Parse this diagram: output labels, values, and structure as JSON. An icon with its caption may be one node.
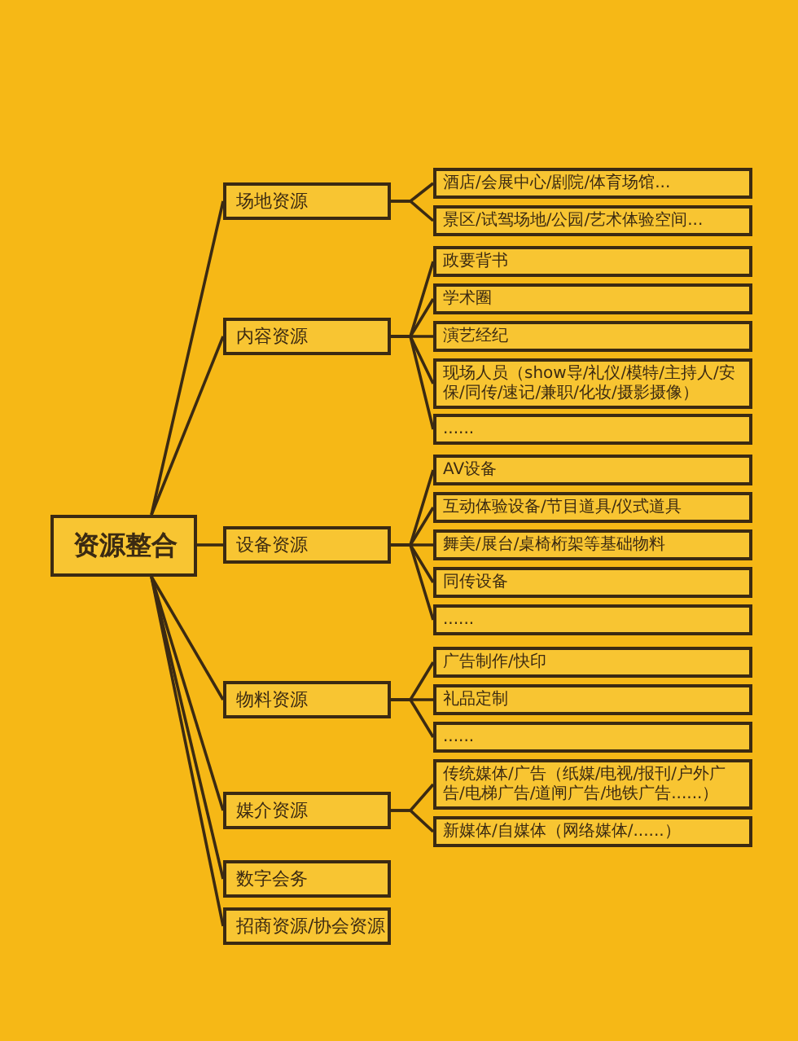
{
  "diagram": {
    "nodes": [
      {
        "text": [
          "资源整合"
        ]
      },
      {
        "text": [
          "场地资源"
        ]
      },
      {
        "text": [
          "酒店/会展中心/剧院/体育场馆..."
        ]
      },
      {
        "text": [
          "景区/试驾场地/公园/艺术体验空间..."
        ]
      },
      {
        "text": [
          "内容资源"
        ]
      },
      {
        "text": [
          "政要背书"
        ]
      },
      {
        "text": [
          "学术圈"
        ]
      },
      {
        "text": [
          "演艺经纪"
        ]
      },
      {
        "text": [
          "现场人员（show导/礼仪/模特/主持人/安保/同传/速记/兼职/化妆/摄影摄像）"
        ]
      },
      {
        "text": [
          "......"
        ]
      },
      {
        "text": [
          "设备资源"
        ]
      },
      {
        "text": [
          "AV设备"
        ]
      },
      {
        "text": [
          "互动体验设备/节目道具/仪式道具"
        ]
      },
      {
        "text": [
          "舞美/展台/桌椅桁架等基础物料"
        ]
      },
      {
        "text": [
          "同传设备"
        ]
      },
      {
        "text": [
          "......"
        ]
      },
      {
        "text": [
          "物料资源"
        ]
      },
      {
        "text": [
          "广告制作/快印"
        ]
      },
      {
        "text": [
          "礼品定制"
        ]
      },
      {
        "text": [
          "......"
        ]
      },
      {
        "text": [
          "媒介资源"
        ]
      },
      {
        "text": [
          "传统媒体/广告（纸媒/电视/报刊/户外广告/电梯广告/道闸广告/地铁广告......）"
        ]
      },
      {
        "text": [
          "新媒体/自媒体（网络媒体/......）"
        ]
      },
      {
        "text": [
          "数字会务"
        ]
      },
      {
        "text": [
          "招商资源/协会资源"
        ]
      }
    ],
    "edges": [
      {
        "from": 0,
        "to": 1,
        "arrow": "none"
      },
      {
        "from": 0,
        "to": 4,
        "arrow": "none"
      },
      {
        "from": 0,
        "to": 10,
        "arrow": "none"
      },
      {
        "from": 0,
        "to": 16,
        "arrow": "none"
      },
      {
        "from": 0,
        "to": 20,
        "arrow": "none"
      },
      {
        "from": 0,
        "to": 23,
        "arrow": "none"
      },
      {
        "from": 0,
        "to": 24,
        "arrow": "none"
      },
      {
        "from": 1,
        "to": 2,
        "arrow": "none"
      },
      {
        "from": 1,
        "to": 3,
        "arrow": "none"
      },
      {
        "from": 4,
        "to": 5,
        "arrow": "none"
      },
      {
        "from": 4,
        "to": 6,
        "arrow": "none"
      },
      {
        "from": 4,
        "to": 7,
        "arrow": "none"
      },
      {
        "from": 4,
        "to": 8,
        "arrow": "none"
      },
      {
        "from": 4,
        "to": 9,
        "arrow": "none"
      },
      {
        "from": 10,
        "to": 11,
        "arrow": "none"
      },
      {
        "from": 10,
        "to": 12,
        "arrow": "none"
      },
      {
        "from": 10,
        "to": 13,
        "arrow": "none"
      },
      {
        "from": 10,
        "to": 14,
        "arrow": "none"
      },
      {
        "from": 10,
        "to": 15,
        "arrow": "none"
      },
      {
        "from": 16,
        "to": 17,
        "arrow": "none"
      },
      {
        "from": 16,
        "to": 18,
        "arrow": "none"
      },
      {
        "from": 16,
        "to": 19,
        "arrow": "none"
      },
      {
        "from": 20,
        "to": 21,
        "arrow": "none"
      },
      {
        "from": 20,
        "to": 22,
        "arrow": "none"
      }
    ]
  }
}
